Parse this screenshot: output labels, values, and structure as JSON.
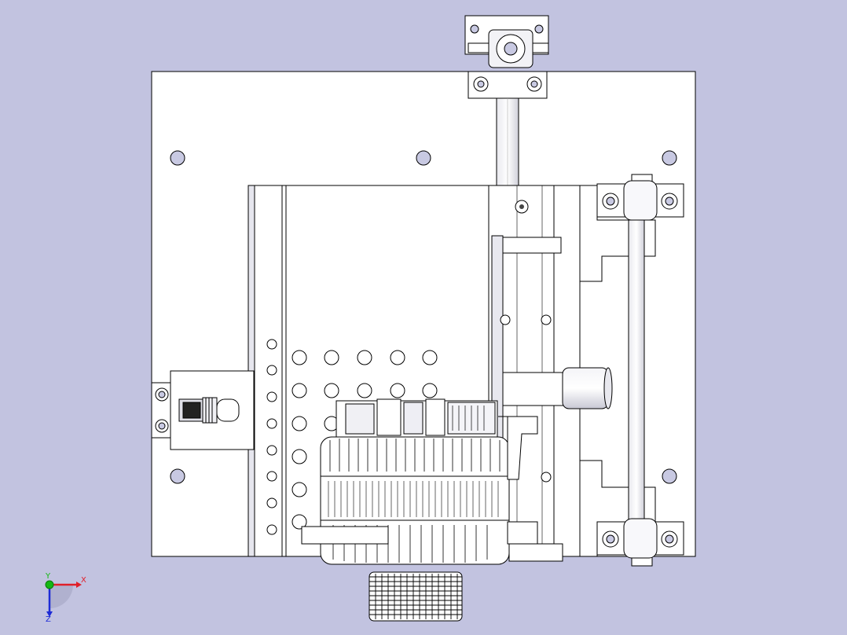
{
  "viewport": {
    "background": "#c2c3e0",
    "line_color": "#000000",
    "part_fill": "#ffffff",
    "hole_fill": "#c8c9e2"
  },
  "triad": {
    "x_label": "X",
    "y_label": "Y",
    "z_label": "Z",
    "x_color": "#e0202a",
    "y_color": "#14b814",
    "z_color": "#1e2bd6"
  }
}
